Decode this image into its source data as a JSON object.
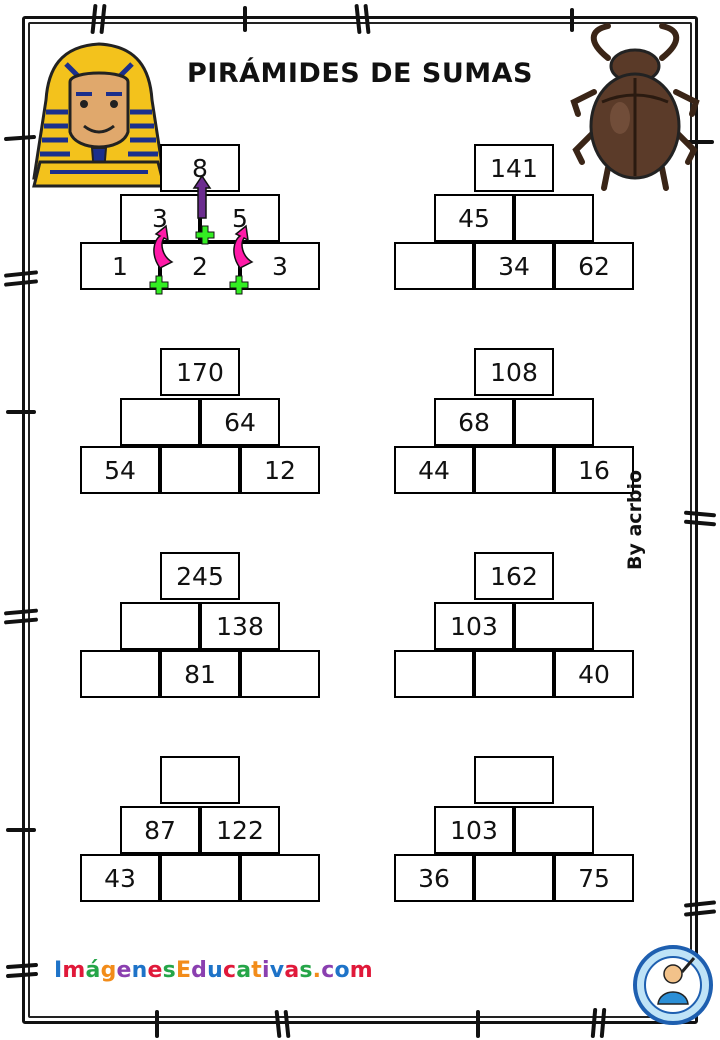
{
  "title": "PIRÁMIDES DE SUMAS",
  "byline": "By acrbio",
  "brand": {
    "text": "ImágenesEducativas.com",
    "letter_colors": [
      "#1e73c8",
      "#e0193a",
      "#25a548",
      "#f28c1a",
      "#8a3fb0",
      "#1e73c8",
      "#e0193a",
      "#25a548",
      "#f28c1a",
      "#8a3fb0"
    ]
  },
  "badge": {
    "text": "http://www.imageneseducativas.com",
    "colors": {
      "ring": "#1e5fb0",
      "fill": "#bfe3f7"
    }
  },
  "pyramids": [
    {
      "top": "8",
      "middle": [
        "3",
        "5"
      ],
      "bottom": [
        "1",
        "2",
        "3"
      ]
    },
    {
      "top": "141",
      "middle": [
        "45",
        ""
      ],
      "bottom": [
        "",
        "34",
        "62"
      ]
    },
    {
      "top": "170",
      "middle": [
        "",
        "64"
      ],
      "bottom": [
        "54",
        "",
        "12"
      ]
    },
    {
      "top": "108",
      "middle": [
        "68",
        ""
      ],
      "bottom": [
        "44",
        "",
        "16"
      ]
    },
    {
      "top": "245",
      "middle": [
        "",
        "138"
      ],
      "bottom": [
        "",
        "81",
        ""
      ]
    },
    {
      "top": "162",
      "middle": [
        "103",
        ""
      ],
      "bottom": [
        "",
        "",
        "40"
      ]
    },
    {
      "top": "",
      "middle": [
        "87",
        "122"
      ],
      "bottom": [
        "43",
        "",
        ""
      ]
    },
    {
      "top": "",
      "middle": [
        "103",
        ""
      ],
      "bottom": [
        "36",
        "",
        "75"
      ]
    }
  ],
  "example_marks": {
    "arrow_up_color": "#6b2c8f",
    "arrow_side_color": "#ff1aa8",
    "plus_color": "#33ee22"
  },
  "illustrations": {
    "pharaoh": "pharaoh-mask",
    "beetle": "scarab-beetle"
  }
}
